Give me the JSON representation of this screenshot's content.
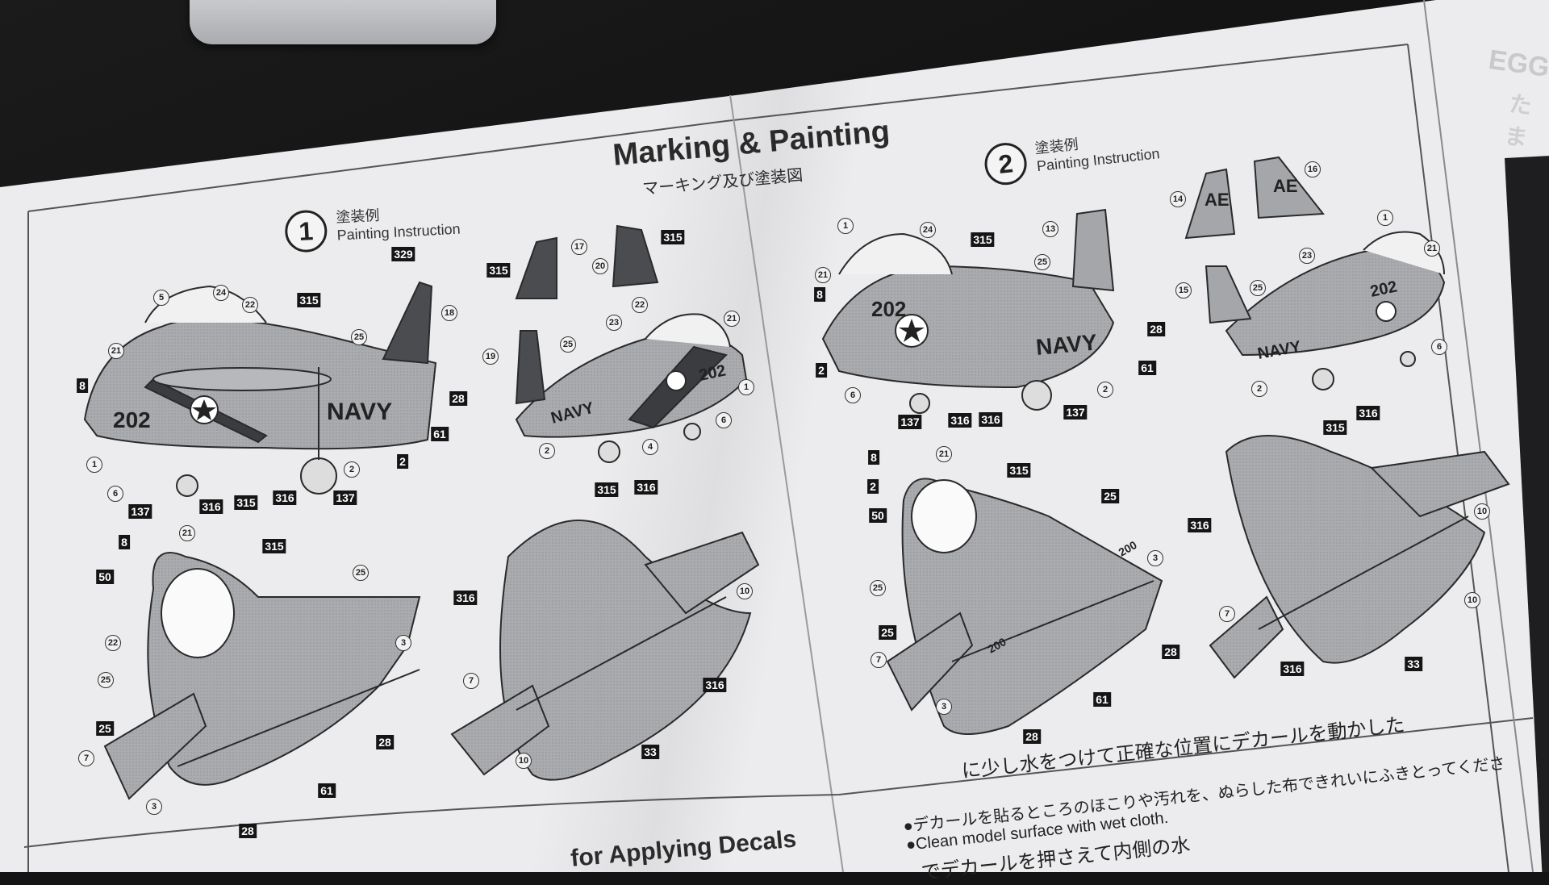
{
  "header": {
    "title": "Marking & Painting",
    "subtitle": "マーキング及び塗装図"
  },
  "steps": [
    {
      "number": "1",
      "label_jp": "塗装例",
      "label_en": "Painting Instruction"
    },
    {
      "number": "2",
      "label_jp": "塗装例",
      "label_en": "Painting Instruction"
    }
  ],
  "side_panel": {
    "brand_line1": "EGG",
    "brand_line2": "たま"
  },
  "decals_section": {
    "title": "for Applying Decals",
    "notes": [
      "●デカールを貼るところのほこりや汚れを、ぬらした布できれいにふきとってくださ",
      "●Clean model surface with wet cloth.",
      "に少し水をつけて正確な位置にデカールを動かした",
      "でデカールを押さえて内側の水"
    ]
  },
  "aircraft": {
    "markings": {
      "modex": "202",
      "service": "NAVY",
      "wing_modex": "200",
      "tail_code": "AE"
    }
  },
  "callouts": [
    {
      "t": "329",
      "k": "box"
    },
    {
      "t": "18",
      "k": "circ"
    },
    {
      "t": "315",
      "k": "box"
    },
    {
      "t": "24",
      "k": "circ"
    },
    {
      "t": "22",
      "k": "circ"
    },
    {
      "t": "5",
      "k": "circ"
    },
    {
      "t": "21",
      "k": "circ"
    },
    {
      "t": "25",
      "k": "circ"
    },
    {
      "t": "8",
      "k": "box"
    },
    {
      "t": "28",
      "k": "box"
    },
    {
      "t": "61",
      "k": "box"
    },
    {
      "t": "2",
      "k": "box"
    },
    {
      "t": "1",
      "k": "circ"
    },
    {
      "t": "6",
      "k": "circ"
    },
    {
      "t": "2",
      "k": "circ"
    },
    {
      "t": "137",
      "k": "box"
    },
    {
      "t": "316",
      "k": "box"
    },
    {
      "t": "315",
      "k": "box"
    },
    {
      "t": "316",
      "k": "box"
    },
    {
      "t": "137",
      "k": "box"
    },
    {
      "t": "315",
      "k": "box"
    },
    {
      "t": "17",
      "k": "circ"
    },
    {
      "t": "315",
      "k": "box"
    },
    {
      "t": "20",
      "k": "circ"
    },
    {
      "t": "23",
      "k": "circ"
    },
    {
      "t": "22",
      "k": "circ"
    },
    {
      "t": "21",
      "k": "circ"
    },
    {
      "t": "19",
      "k": "circ"
    },
    {
      "t": "25",
      "k": "circ"
    },
    {
      "t": "1",
      "k": "circ"
    },
    {
      "t": "6",
      "k": "circ"
    },
    {
      "t": "2",
      "k": "circ"
    },
    {
      "t": "4",
      "k": "circ"
    },
    {
      "t": "8",
      "k": "box"
    },
    {
      "t": "21",
      "k": "circ"
    },
    {
      "t": "315",
      "k": "box"
    },
    {
      "t": "50",
      "k": "box"
    },
    {
      "t": "25",
      "k": "circ"
    },
    {
      "t": "22",
      "k": "circ"
    },
    {
      "t": "3",
      "k": "circ"
    },
    {
      "t": "25",
      "k": "circ"
    },
    {
      "t": "25",
      "k": "box"
    },
    {
      "t": "7",
      "k": "circ"
    },
    {
      "t": "28",
      "k": "box"
    },
    {
      "t": "61",
      "k": "box"
    },
    {
      "t": "3",
      "k": "circ"
    },
    {
      "t": "28",
      "k": "box"
    },
    {
      "t": "315",
      "k": "box"
    },
    {
      "t": "316",
      "k": "box"
    },
    {
      "t": "316",
      "k": "box"
    },
    {
      "t": "10",
      "k": "circ"
    },
    {
      "t": "7",
      "k": "circ"
    },
    {
      "t": "316",
      "k": "box"
    },
    {
      "t": "10",
      "k": "circ"
    },
    {
      "t": "33",
      "k": "box"
    },
    {
      "t": "1",
      "k": "circ"
    },
    {
      "t": "24",
      "k": "circ"
    },
    {
      "t": "315",
      "k": "box"
    },
    {
      "t": "13",
      "k": "circ"
    },
    {
      "t": "21",
      "k": "circ"
    },
    {
      "t": "25",
      "k": "circ"
    },
    {
      "t": "8",
      "k": "box"
    },
    {
      "t": "28",
      "k": "box"
    },
    {
      "t": "61",
      "k": "box"
    },
    {
      "t": "2",
      "k": "box"
    },
    {
      "t": "6",
      "k": "circ"
    },
    {
      "t": "2",
      "k": "circ"
    },
    {
      "t": "137",
      "k": "box"
    },
    {
      "t": "316",
      "k": "box"
    },
    {
      "t": "316",
      "k": "box"
    },
    {
      "t": "137",
      "k": "box"
    },
    {
      "t": "14",
      "k": "circ"
    },
    {
      "t": "16",
      "k": "circ"
    },
    {
      "t": "1",
      "k": "circ"
    },
    {
      "t": "23",
      "k": "circ"
    },
    {
      "t": "21",
      "k": "circ"
    },
    {
      "t": "15",
      "k": "circ"
    },
    {
      "t": "25",
      "k": "circ"
    },
    {
      "t": "6",
      "k": "circ"
    },
    {
      "t": "2",
      "k": "circ"
    },
    {
      "t": "8",
      "k": "box"
    },
    {
      "t": "21",
      "k": "circ"
    },
    {
      "t": "2",
      "k": "box"
    },
    {
      "t": "315",
      "k": "box"
    },
    {
      "t": "50",
      "k": "box"
    },
    {
      "t": "25",
      "k": "box"
    },
    {
      "t": "3",
      "k": "circ"
    },
    {
      "t": "25",
      "k": "circ"
    },
    {
      "t": "25",
      "k": "box"
    },
    {
      "t": "7",
      "k": "circ"
    },
    {
      "t": "28",
      "k": "box"
    },
    {
      "t": "3",
      "k": "circ"
    },
    {
      "t": "61",
      "k": "box"
    },
    {
      "t": "28",
      "k": "box"
    },
    {
      "t": "315",
      "k": "box"
    },
    {
      "t": "316",
      "k": "box"
    },
    {
      "t": "10",
      "k": "circ"
    },
    {
      "t": "316",
      "k": "box"
    },
    {
      "t": "7",
      "k": "circ"
    },
    {
      "t": "316",
      "k": "box"
    },
    {
      "t": "10",
      "k": "circ"
    },
    {
      "t": "33",
      "k": "box"
    }
  ],
  "colors": {
    "paper": "#ececee",
    "ink": "#222222",
    "gray_paint": "#a4a6aa",
    "dark_paint": "#4a4c50"
  }
}
